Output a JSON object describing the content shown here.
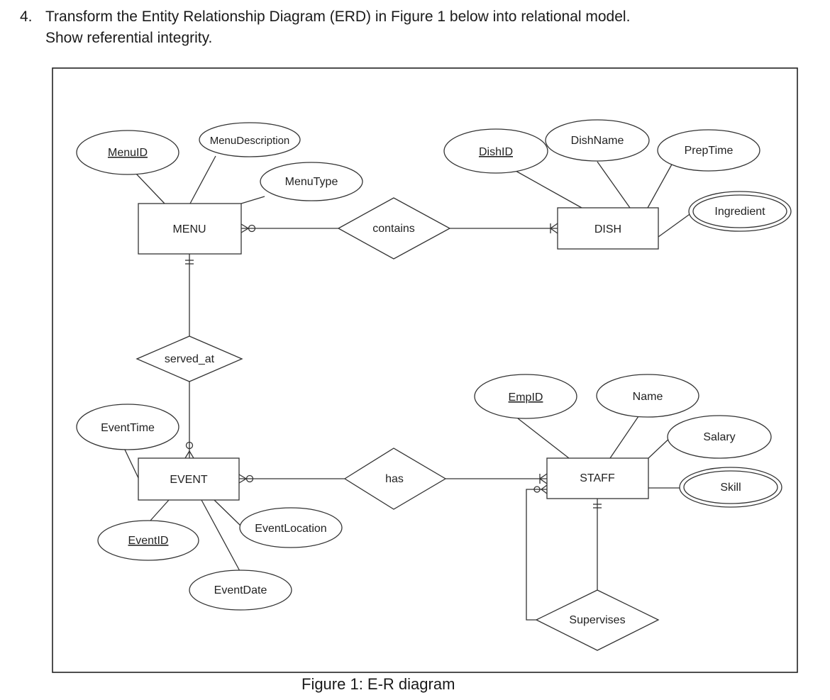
{
  "question": {
    "number": "4.",
    "line1": "Transform the Entity Relationship Diagram (ERD) in Figure 1 below into relational model.",
    "line2": "Show referential integrity."
  },
  "entities": {
    "menu": "MENU",
    "dish": "DISH",
    "event": "EVENT",
    "staff": "STAFF"
  },
  "relationships": {
    "contains": "contains",
    "served_at": "served_at",
    "has": "has",
    "supervises": "Supervises"
  },
  "attributes": {
    "menu_id": "MenuID",
    "menu_description": "MenuDescription",
    "menu_type": "MenuType",
    "dish_id": "DishID",
    "dish_name": "DishName",
    "prep_time": "PrepTime",
    "ingredient": "Ingredient",
    "emp_id": "EmpID",
    "name": "Name",
    "salary": "Salary",
    "skill": "Skill",
    "event_time": "EventTime",
    "event_id": "EventID",
    "event_location": "EventLocation",
    "event_date": "EventDate"
  },
  "caption": "Figure 1: E-R diagram"
}
